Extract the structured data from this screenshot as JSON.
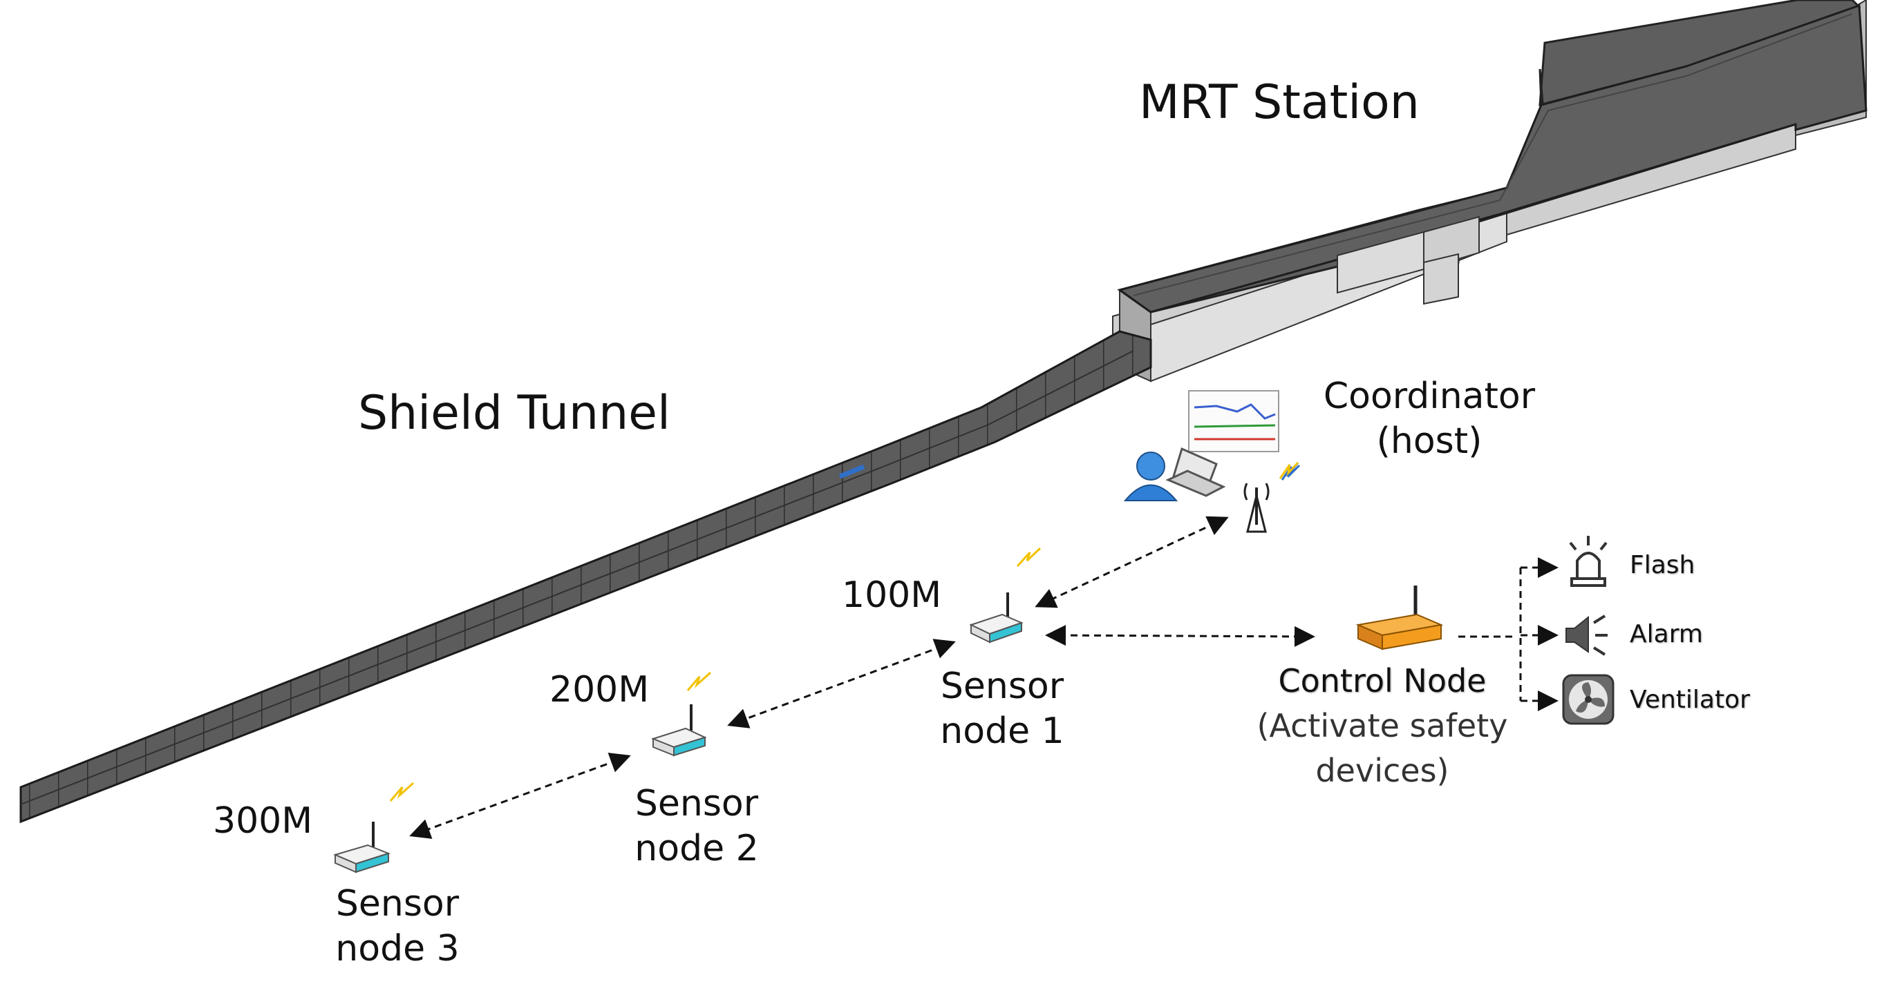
{
  "labels": {
    "mrt_station": "MRT Station",
    "shield_tunnel": "Shield Tunnel",
    "coordinator_line1": "Coordinator",
    "coordinator_line2": "(host)",
    "control_node": "Control Node",
    "control_node_desc_line1": "(Activate safety",
    "control_node_desc_line2": "devices)",
    "flash": "Flash",
    "alarm": "Alarm",
    "ventilator": "Ventilator"
  },
  "sensor_nodes": [
    {
      "id": 1,
      "distance": "100M",
      "line1": "Sensor",
      "line2": "node 1"
    },
    {
      "id": 2,
      "distance": "200M",
      "line1": "Sensor",
      "line2": "node 2"
    },
    {
      "id": 3,
      "distance": "300M",
      "line1": "Sensor",
      "line2": "node 3"
    }
  ],
  "icons": {
    "coordinator_person": "person-icon",
    "coordinator_laptop": "laptop-icon",
    "coordinator_monitor": "chart-monitor-icon",
    "coordinator_antenna": "antenna-tower-icon",
    "sensor": "router-icon",
    "control": "control-box-icon",
    "flash": "siren-icon",
    "alarm": "speaker-icon",
    "ventilator": "fan-icon",
    "signal": "lightning-signal-icon"
  },
  "colors": {
    "tunnel": "#5a5a5a",
    "station_roof": "#5e5e5e",
    "station_wall": "#d9d9d9",
    "control_box": "#f39c1e",
    "sensor_accent": "#33c3d4",
    "signal": "#f2c200",
    "person": "#2f7fd6"
  }
}
